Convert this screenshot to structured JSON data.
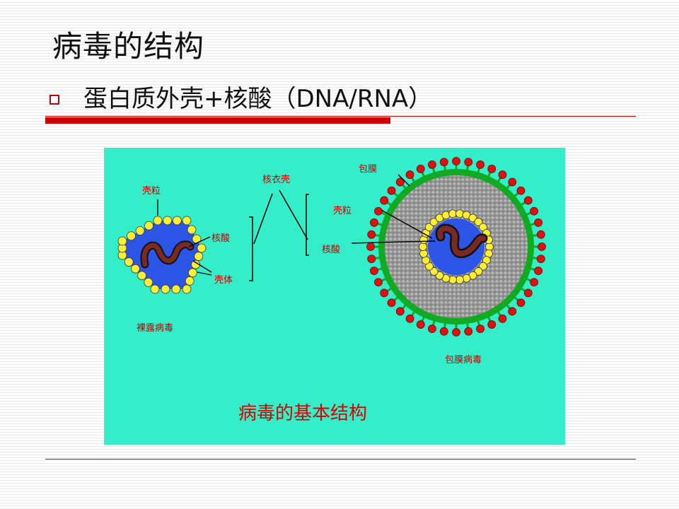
{
  "slide": {
    "title": "病毒的结构",
    "bullet": "蛋白质外壳+核酸（DNA/RNA）"
  },
  "diagram": {
    "labels": {
      "capsomere_left": "壳粒",
      "nucleic_acid_left": "核酸",
      "capsid": "壳体",
      "naked_virus": "裸露病毒",
      "nucleocapsid": "核衣壳",
      "envelope": "包膜",
      "capsomere_right": "壳粒",
      "nucleic_acid_right": "核酸",
      "enveloped_virus": "包膜病毒"
    },
    "caption": "病毒的基本结构"
  },
  "colors": {
    "accent_red": "#cc0000",
    "panel_bg": "#33eec9",
    "capsid_blue": "#2b55e6",
    "capsomere_yellow": "#ffee33",
    "envelope_green": "#11aa22",
    "spike_red": "#dd1111",
    "nucleic_acid": "#7a2a22"
  }
}
